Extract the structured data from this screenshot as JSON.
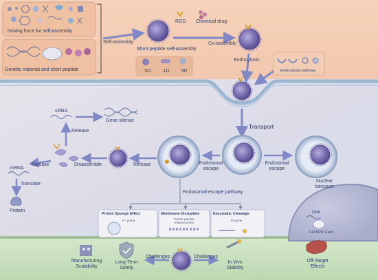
{
  "labels": {
    "driving_force": "Driving force for self-assembly",
    "genetic_peptide": "Genetic material and short peptide",
    "self_assembly": "Self-assembly",
    "rgd": "RGD",
    "chemical_drug": "Chemical drug",
    "short_peptide_self_assembly": "Short peptide self-assembly",
    "co_assembly": "Co-assembly",
    "dim_0d": "0D",
    "dim_1d": "1D",
    "dim_3d": "3D",
    "endocytosis": "Endocytosis",
    "endocytosis_pathway": "Endocytosis pathway",
    "srna": "sRNA",
    "gene_silence": "Gene silence",
    "release_top": "Release",
    "transport": "Transport",
    "mrna": "mRNA",
    "release_left": "Release",
    "disassemble": "Disassemble",
    "release_mid": "Release",
    "endosomal_escape_left": "Endosomal\nescape",
    "endosomal_escape_right": "Endosomal\nescape",
    "nuclear_transport": "Nuclear\ntransport",
    "translate": "Translate",
    "protein": "Protein",
    "endosomal_escape_pathway": "Endosomal escape pathway",
    "proton_sponge": "Proton Sponge Effect",
    "h_pump": "H⁺ pump",
    "membrane_disruption": "Membrane Disruption",
    "carrier_peptide": "Carrier peptide\ninduces pores",
    "enzymatic_cleavage": "Enzymatic Cleavage",
    "enzyme": "Enzyme",
    "dna": "DNA",
    "crispr": "CRISPR-Cas9",
    "manufacturing": "Manufacturing\nScalability",
    "long_term": "Long-Term\nSafety",
    "challenges_left": "Challenges",
    "challenges_right": "Challenges",
    "in_vivo": "In Vivo\nStability",
    "off_target": "Off-Target\nEffects"
  },
  "colors": {
    "top_band": "#f3c9ad",
    "cell_bg": "#dfe2ee",
    "bottom_band": "#c9e0c0",
    "nanoparticle": "#7d73b3",
    "arrow": "#8a8fc9"
  }
}
